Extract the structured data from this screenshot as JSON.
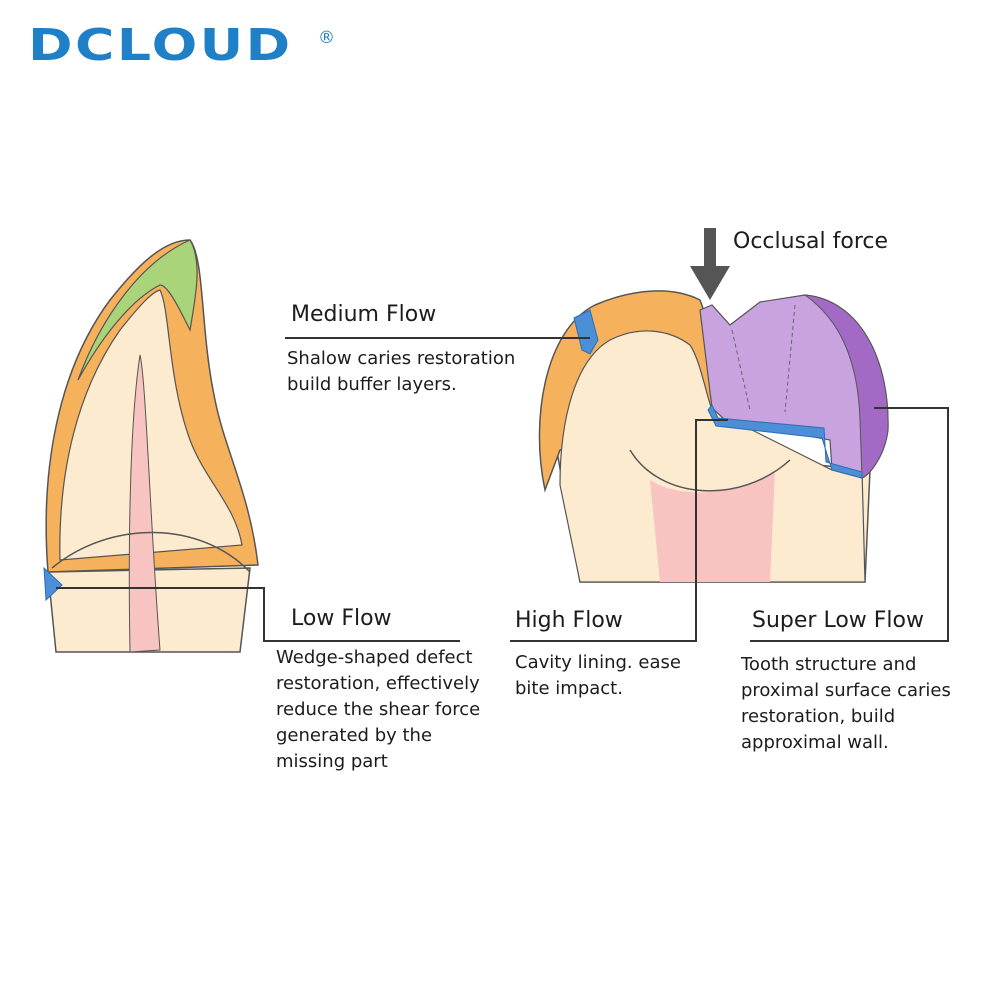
{
  "brand": {
    "name": "DCLOUD",
    "registered_mark": "®",
    "color": "#1f7fc7"
  },
  "force_label": "Occlusal force",
  "labels": [
    {
      "id": "medium",
      "title": "Medium Flow",
      "lines": [
        "Shalow caries restoration",
        "build buffer layers."
      ]
    },
    {
      "id": "low",
      "title": "Low Flow",
      "lines": [
        "Wedge-shaped defect",
        "restoration, effectively",
        "reduce the shear force",
        "generated by the",
        "missing part"
      ]
    },
    {
      "id": "high",
      "title": "High Flow",
      "lines": [
        "Cavity lining. ease",
        "bite impact."
      ]
    },
    {
      "id": "super-low",
      "title": "Super Low Flow",
      "lines": [
        "Tooth structure and",
        "proximal surface caries",
        "restoration, build",
        "approximal wall."
      ]
    }
  ],
  "colors": {
    "enamel": "#f6b15c",
    "dentin": "#fdebcf",
    "pulp": "#f7c4c2",
    "green_layer": "#a9d47a",
    "blue_material": "#4c8fd6",
    "purple_restoration": "#c9a3e0",
    "purple_dark": "#a26ac4",
    "arrow": "#555555"
  }
}
